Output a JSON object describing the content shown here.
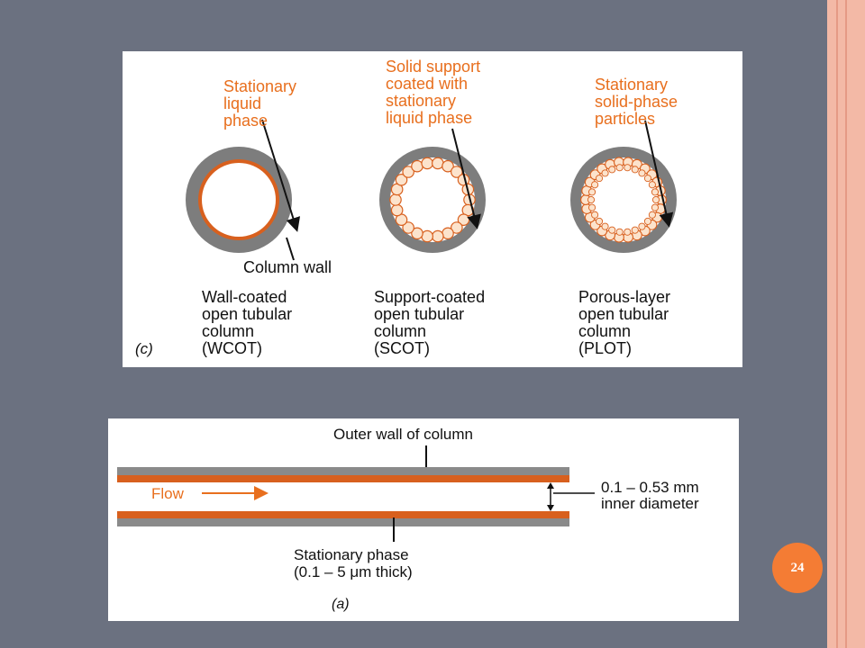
{
  "slide": {
    "page_number": "24",
    "colors": {
      "background": "#6b7180",
      "accent_border": "#f3b9a6",
      "badge": "#f47c34",
      "column_wall": "#8a8a8a",
      "stationary_phase": "#d8601e",
      "particle_fill": "#fce3cc"
    }
  },
  "figure_c": {
    "panel_letter": "(c)",
    "wcot": {
      "callout": [
        "Stationary",
        "liquid",
        "phase"
      ],
      "wall_label": "Column wall",
      "caption": [
        "Wall-coated",
        "open tubular",
        "column",
        "(WCOT)"
      ]
    },
    "scot": {
      "callout": [
        "Solid support",
        "coated with",
        "stationary",
        "liquid phase"
      ],
      "caption": [
        "Support-coated",
        "open tubular",
        "column",
        "(SCOT)"
      ]
    },
    "plot": {
      "callout": [
        "Stationary",
        "solid-phase",
        "particles"
      ],
      "caption": [
        "Porous-layer",
        "open tubular",
        "column",
        "(PLOT)"
      ]
    }
  },
  "figure_a": {
    "panel_letter": "(a)",
    "outer_wall_label": "Outer wall of column",
    "flow_label": "Flow",
    "diameter_label": [
      "0.1 – 0.53 mm",
      "inner diameter"
    ],
    "stationary_phase_label": [
      "Stationary phase",
      "(0.1 – 5 μm thick)"
    ]
  }
}
